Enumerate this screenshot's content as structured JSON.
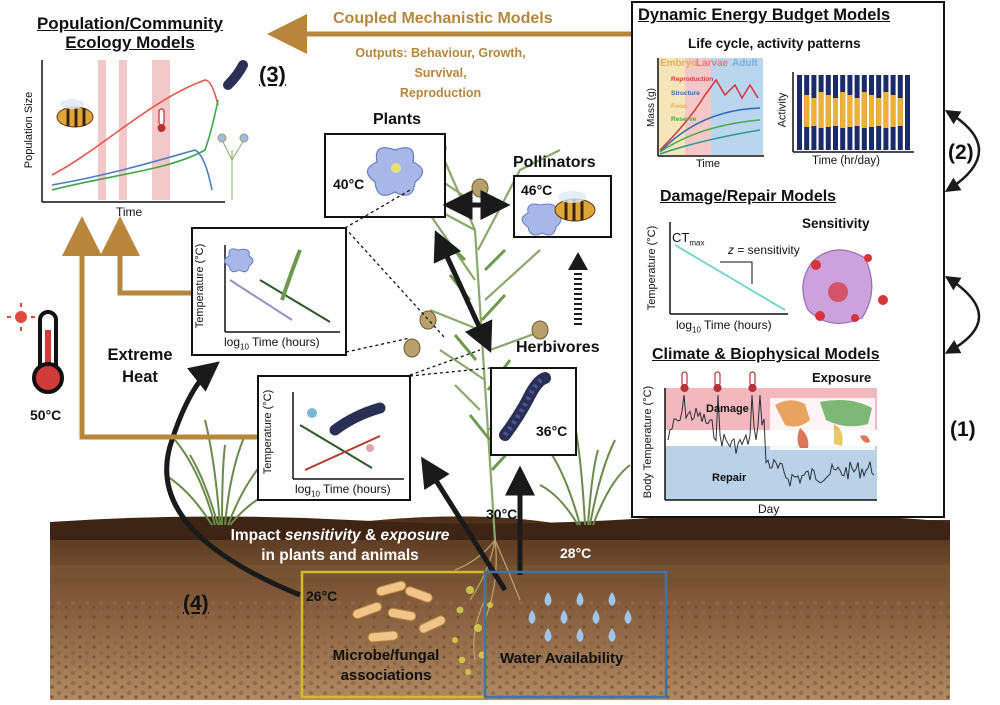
{
  "colors": {
    "coupled_arrow": "#b8863b",
    "soil_top": "#5a3a22",
    "soil_mid": "#7a5232",
    "soil_deep": "#a57a52",
    "microbe_box": "#d8b92a",
    "water_box": "#3f72a8",
    "damage_band": "#f2b8bd",
    "repair_band": "#b9d2e8",
    "dark_arrow": "#1a1a1a"
  },
  "title_pop": "Population/Community\nEcology Models",
  "label_3": "(3)",
  "label_2": "(2)",
  "label_1": "(1)",
  "label_4": "(4)",
  "coupled_title": "Coupled Mechanistic Models",
  "coupled_outputs": "Outputs: Behaviour, Growth, Survival,\nReproduction",
  "pop_chart": {
    "ylabel": "Population Size",
    "xlabel": "Time"
  },
  "deb": {
    "title": "Dynamic Energy Budget Models",
    "subtitle": "Life cycle, activity patterns",
    "stages": [
      "Embryo",
      "Larvae",
      "Adult"
    ],
    "compartments": [
      "Reproduction",
      "Structure",
      "Food",
      "Reserve"
    ],
    "mass_ylabel": "Mass (g)",
    "mass_xlabel": "Time",
    "activity_ylabel": "Activity",
    "activity_xlabel": "Time (hr/day)"
  },
  "damage": {
    "title": "Damage/Repair Models",
    "ylabel": "Temperature (°C)",
    "ctmax": "CT",
    "ctmax_sub": "max",
    "z_label": "z",
    "z_rest": " = sensitivity",
    "xlabel_pre": "log",
    "xlabel_sub": "10",
    "xlabel_post": " Time (hours)",
    "sensitivity_label": "Sensitivity"
  },
  "climate": {
    "title": "Climate & Biophysical Models",
    "exposure_label": "Exposure",
    "ylabel": "Body Temperature (°C)",
    "damage_band": "Damage",
    "repair_band": "Repair",
    "xlabel": "Day"
  },
  "tdt": {
    "ylabel": "Temperature (°C)",
    "xlabel_pre": "log",
    "xlabel_sub": "10",
    "xlabel_post": " Time (hours)"
  },
  "plants_label": "Plants",
  "plants_temp": "40°C",
  "pollinators_label": "Pollinators",
  "pollinators_temp": "46°C",
  "herbivores_label": "Herbivores",
  "herbivores_temp": "36°C",
  "extreme_heat": "Extreme\nHeat",
  "heat_temp": "50°C",
  "temp_30": "30°C",
  "temp_28": "28°C",
  "temp_26": "26°C",
  "impact_pre": "Impact ",
  "impact_sens": "sensitivity",
  "impact_amp": " & ",
  "impact_exp": "exposure",
  "impact_line2": "in plants and animals",
  "microbe_label": "Microbe/fungal\nassociations",
  "water_label": "Water Availability"
}
